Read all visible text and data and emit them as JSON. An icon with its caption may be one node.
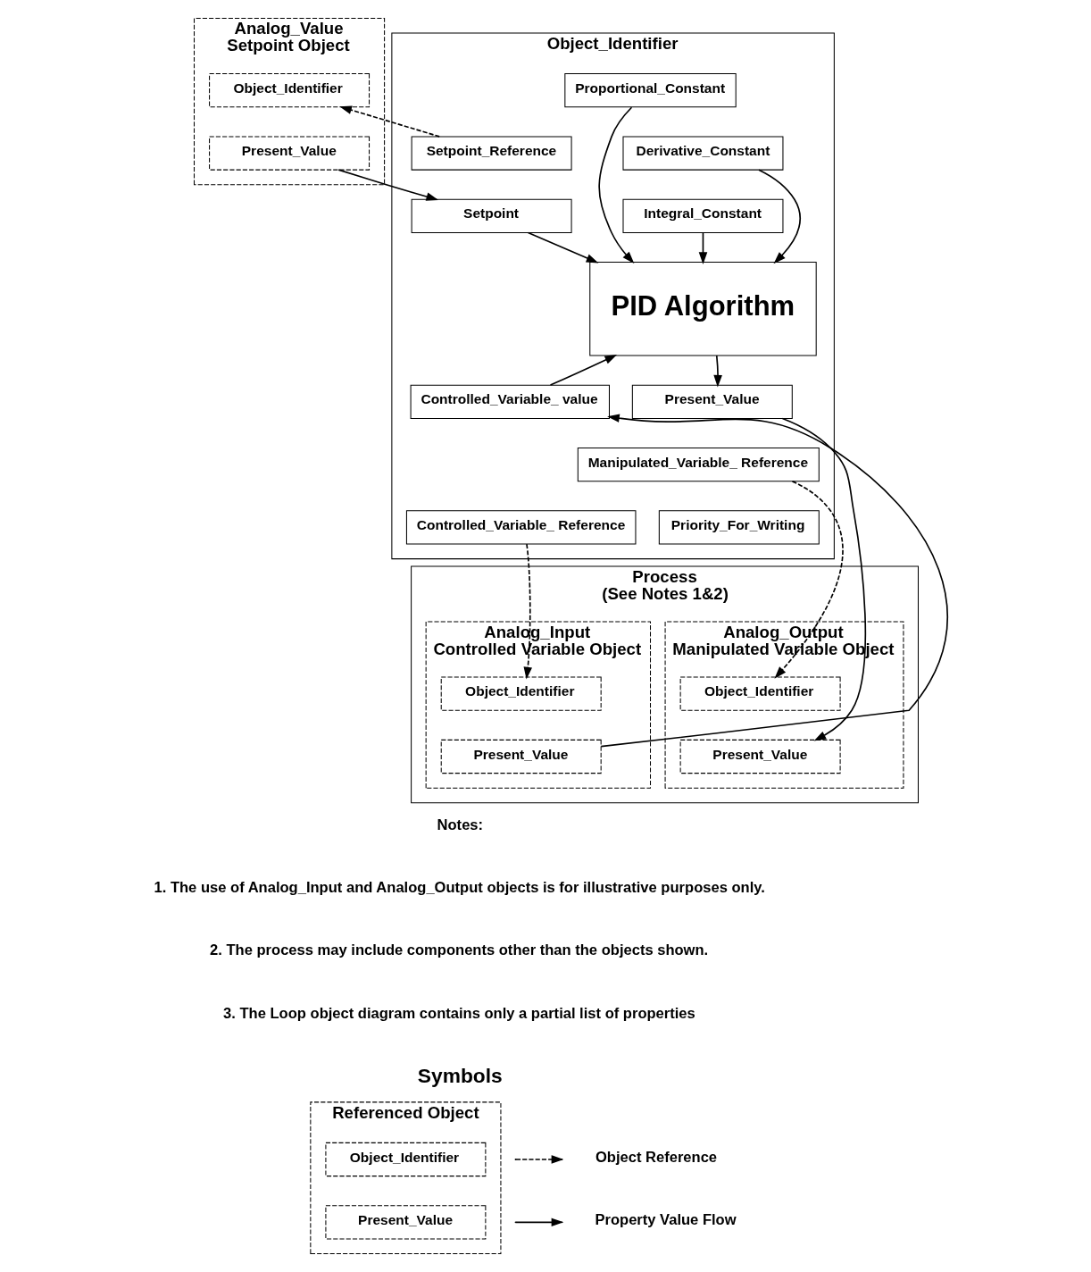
{
  "diagram": {
    "nodes": [
      {
        "text": [
          "Object_Identifier"
        ]
      },
      {
        "text": [
          "Analog_Value",
          "Setpoint Object"
        ]
      },
      {
        "text": [
          "Object_Identifier"
        ],
        "in": 1
      },
      {
        "text": [
          "Present_Value"
        ],
        "in": 1
      },
      {
        "text": [
          "Setpoint_Reference"
        ],
        "in": 0
      },
      {
        "text": [
          "Setpoint"
        ],
        "in": 0
      },
      {
        "text": [
          "Proportional_Constant"
        ],
        "in": 0
      },
      {
        "text": [
          "Derivative_Constant"
        ],
        "in": 0
      },
      {
        "text": [
          "Integral_Constant"
        ],
        "in": 0
      },
      {
        "text": [
          "PID Algorithm"
        ],
        "in": 0
      },
      {
        "text": [
          "Controlled_Variable_ value"
        ],
        "in": 0
      },
      {
        "text": [
          "Controlled_Variable_ Reference"
        ],
        "in": 0
      },
      {
        "text": [
          "Present_Value"
        ],
        "in": 0
      },
      {
        "text": [
          "Manipulated_Variable_ Reference"
        ],
        "in": 0
      },
      {
        "text": [
          "Priority_For_Writing"
        ],
        "in": 0
      },
      {
        "text": [
          "Process",
          "(See Notes 1&2)"
        ]
      },
      {
        "text": [
          "Analog_Input",
          "Controlled Variable Object"
        ],
        "in": 15
      },
      {
        "text": [
          "Object_Identifier"
        ],
        "in": 16
      },
      {
        "text": [
          "Present_Value"
        ],
        "in": 16
      },
      {
        "text": [
          "Analog_Output",
          "Manipulated Variable Object"
        ],
        "in": 15
      },
      {
        "text": [
          "Object_Identifier"
        ],
        "in": 19
      },
      {
        "text": [
          "Present_Value"
        ],
        "in": 19
      },
      {
        "text": [
          "Referenced Object"
        ]
      },
      {
        "text": [
          "Object_Identifier"
        ],
        "in": 22
      },
      {
        "text": [
          "Present_Value"
        ],
        "in": 22
      }
    ],
    "edges": [
      {
        "from": 4,
        "to": 2,
        "arrow": "to",
        "style": "dashed"
      },
      {
        "from": 3,
        "to": 5,
        "arrow": "to"
      },
      {
        "from": 5,
        "to": 9,
        "arrow": "to"
      },
      {
        "from": 6,
        "to": 9,
        "arrow": "to"
      },
      {
        "from": 7,
        "to": 9,
        "arrow": "to"
      },
      {
        "from": 8,
        "to": 9,
        "arrow": "to"
      },
      {
        "from": 10,
        "to": 9,
        "arrow": "to"
      },
      {
        "from": 9,
        "to": 12,
        "arrow": "to"
      },
      {
        "from": 18,
        "to": 10,
        "arrow": "to"
      },
      {
        "from": 11,
        "to": 17,
        "arrow": "to",
        "style": "dashed"
      },
      {
        "from": 13,
        "to": 20,
        "arrow": "to",
        "style": "dashed"
      },
      {
        "from": 12,
        "to": 21,
        "arrow": "to"
      }
    ],
    "labels": [
      "Notes:",
      "1. The use of Analog_Input and Analog_Output objects is for illustrative purposes only.",
      "2. The process may include components other than the objects shown.",
      "3. The Loop object diagram contains only a partial list of properties",
      "Symbols"
    ],
    "legend": [
      {
        "text": "Object Reference"
      },
      {
        "text": "Property Value Flow"
      }
    ]
  }
}
